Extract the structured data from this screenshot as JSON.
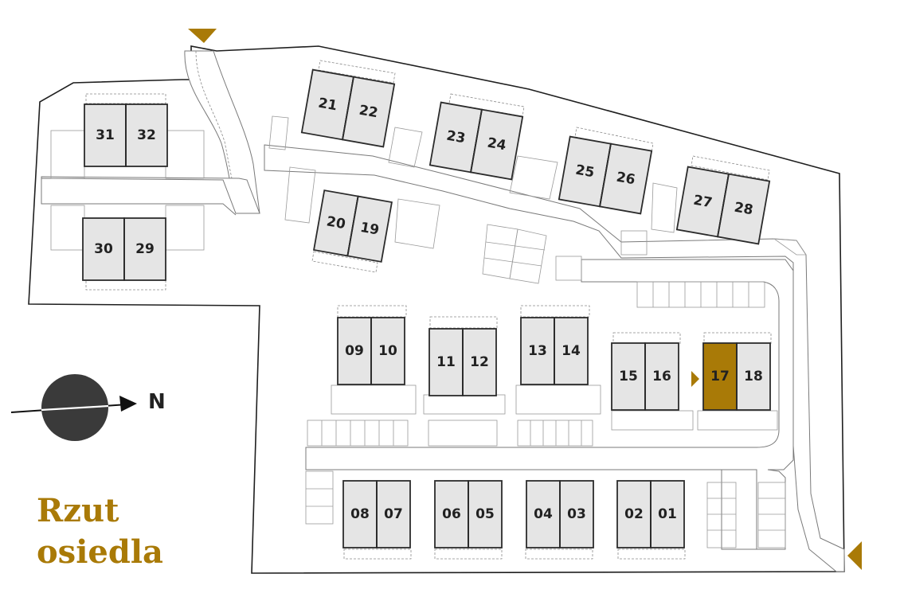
{
  "map": {
    "compass_label": "N",
    "title_lines": [
      "Rzut",
      "osiedla"
    ],
    "highlighted_lot": "17",
    "colors": {
      "accent": "#a97a07",
      "lot_fill": "#e5e5e5",
      "lot_stroke": "#2b2b2b",
      "compass": "#3a3a3a"
    },
    "lots": [
      "01",
      "02",
      "03",
      "04",
      "05",
      "06",
      "07",
      "08",
      "09",
      "10",
      "11",
      "12",
      "13",
      "14",
      "15",
      "16",
      "17",
      "18",
      "19",
      "20",
      "21",
      "22",
      "23",
      "24",
      "25",
      "26",
      "27",
      "28",
      "29",
      "30",
      "31",
      "32"
    ]
  }
}
